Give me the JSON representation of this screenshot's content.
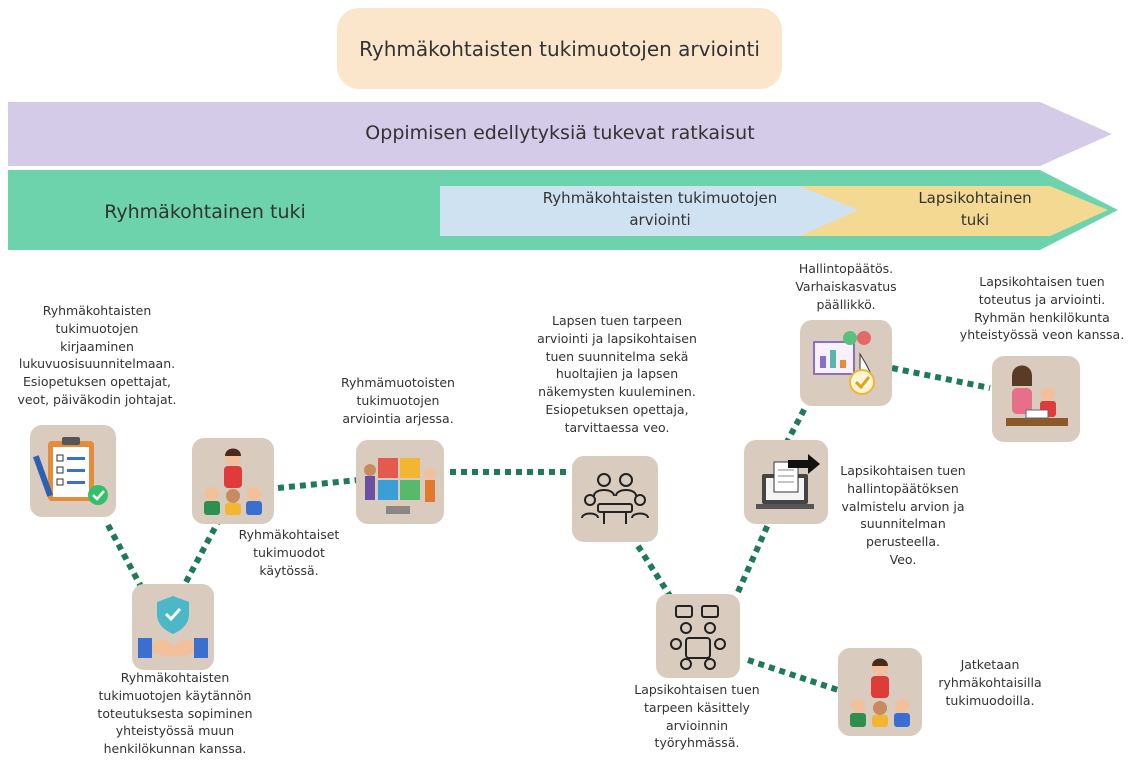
{
  "header": {
    "title": "Ryhmäkohtaisten tukimuotojen arviointi"
  },
  "bands": {
    "top": "Oppimisen edellytyksiä tukevat ratkaisut",
    "group_support": "Ryhmäkohtainen tuki",
    "evaluation": [
      "Ryhmäkohtaisten tukimuotojen",
      "arviointi"
    ],
    "child_support": [
      "Lapsikohtainen",
      "tuki"
    ]
  },
  "steps": [
    {
      "icon": "clipboard-checklist-icon",
      "caption": [
        "Ryhmäkohtaisten",
        "tukimuotojen",
        "kirjaaminen",
        "lukuvuosisuunnitelmaan.",
        "Esiopetuksen opettajat,",
        "veot, päiväkodin johtajat."
      ]
    },
    {
      "icon": "handshake-shield-icon",
      "caption": [
        "Ryhmäkohtaisten",
        "tukimuotojen käytännön",
        "toteutuksesta sopiminen",
        "yhteistyössä muun",
        "henkilökunnan kanssa."
      ]
    },
    {
      "icon": "teacher-children-icon",
      "caption": [
        "Ryhmäkohtaiset",
        "tukimuodot",
        "käytössä."
      ]
    },
    {
      "icon": "puzzle-people-icon",
      "caption": [
        "Ryhmämuotoisten",
        "tukimuotojen",
        "arviointia arjessa."
      ]
    },
    {
      "icon": "meeting-table-icon",
      "caption": [
        "Lapsen tuen tarpeen",
        "arviointi ja lapsikohtaisen",
        "tuen suunnitelma  sekä",
        "huoltajien ja lapsen",
        "näkemysten kuuleminen.",
        "Esiopetuksen opettaja,",
        "tarvittaessa veo."
      ]
    },
    {
      "icon": "team-discussion-icon",
      "caption": [
        "Lapsikohtaisen tuen",
        "tarpeen käsittely",
        "arvioinnin",
        "työryhmässä."
      ]
    },
    {
      "icon": "laptop-document-icon",
      "caption": [
        "Lapsikohtaisen tuen",
        "hallintopäätöksen",
        "valmistelu arvion ja",
        "suunnitelman",
        "perusteella.",
        "Veo."
      ]
    },
    {
      "icon": "approval-dashboard-icon",
      "caption": [
        "Hallintopäätös.",
        "Varhaiskasvatus",
        "päällikkö."
      ]
    },
    {
      "icon": "adult-child-reading-icon",
      "caption": [
        "Lapsikohtaisen tuen",
        "toteutus ja arviointi.",
        "Ryhmän henkilökunta",
        "yhteistyössä veon kanssa."
      ]
    },
    {
      "icon": "teacher-children-icon",
      "caption": [
        "Jatketaan",
        "ryhmäkohtaisilla",
        "tukimuodoilla."
      ]
    }
  ],
  "colors": {
    "title_bg": "#fbe6cc",
    "band_purple": "#d4cbe9",
    "band_green": "#6dd3ad",
    "band_blue": "#cfe2f2",
    "band_yellow": "#f4d993",
    "tile": "#d9ccbf",
    "dots": "#1f7a5a"
  }
}
